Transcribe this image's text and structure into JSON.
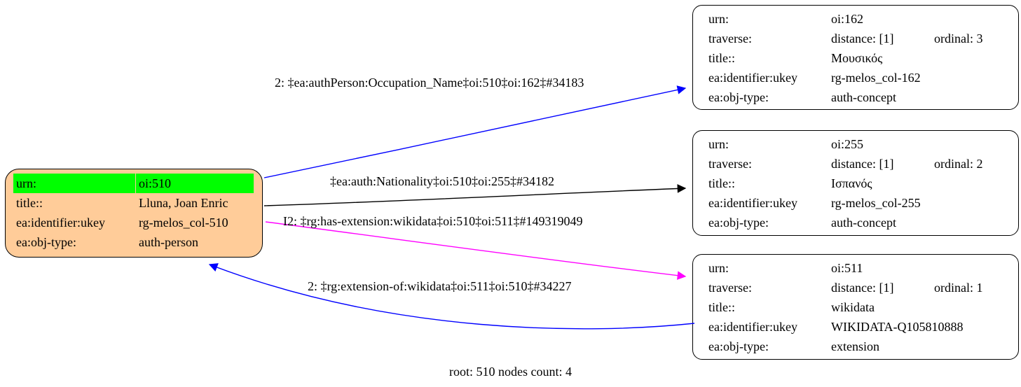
{
  "caption": "root: 510 nodes count: 4",
  "colors": {
    "root_fill": "#ffcc99",
    "highlight_green": "#00ff00",
    "node_fill": "#ffffff",
    "border": "#000000",
    "edge_blue": "#0000ff",
    "edge_black": "#000000",
    "edge_magenta": "#ff00ff"
  },
  "root_node": {
    "rows": [
      {
        "label": "urn:",
        "value": "oi:510"
      },
      {
        "label": "title::",
        "value": "Lluna, Joan Enric"
      },
      {
        "label": "ea:identifier:ukey",
        "value": "rg-melos_col-510"
      },
      {
        "label": "ea:obj-type:",
        "value": "auth-person"
      }
    ]
  },
  "nodes": [
    {
      "id": "oi:162",
      "rows": [
        {
          "label": "urn:",
          "value": "oi:162"
        },
        {
          "label": "traverse:",
          "value": "distance: [1]",
          "extra": "ordinal: 3"
        },
        {
          "label": "title::",
          "value": "Μουσικός"
        },
        {
          "label": "ea:identifier:ukey",
          "value": "rg-melos_col-162"
        },
        {
          "label": "ea:obj-type:",
          "value": "auth-concept"
        }
      ]
    },
    {
      "id": "oi:255",
      "rows": [
        {
          "label": "urn:",
          "value": "oi:255"
        },
        {
          "label": "traverse:",
          "value": "distance: [1]",
          "extra": "ordinal: 2"
        },
        {
          "label": "title::",
          "value": "Ισπανός"
        },
        {
          "label": "ea:identifier:ukey",
          "value": "rg-melos_col-255"
        },
        {
          "label": "ea:obj-type:",
          "value": "auth-concept"
        }
      ]
    },
    {
      "id": "oi:511",
      "rows": [
        {
          "label": "urn:",
          "value": "oi:511"
        },
        {
          "label": "traverse:",
          "value": "distance: [1]",
          "extra": "ordinal: 1"
        },
        {
          "label": "title::",
          "value": "wikidata"
        },
        {
          "label": "ea:identifier:ukey",
          "value": "WIKIDATA-Q105810888"
        },
        {
          "label": "ea:obj-type:",
          "value": "extension"
        }
      ]
    }
  ],
  "edges": [
    {
      "label": "2: ‡ea:authPerson:Occupation_Name‡oi:510‡oi:162‡#34183",
      "color": "#0000ff"
    },
    {
      "label": "‡ea:auth:Nationality‡oi:510‡oi:255‡#34182",
      "color": "#000000"
    },
    {
      "label": "I2: ‡rg:has-extension:wikidata‡oi:510‡oi:511‡#149319049",
      "color": "#ff00ff"
    },
    {
      "label": "2: ‡rg:extension-of:wikidata‡oi:511‡oi:510‡#34227",
      "color": "#0000ff"
    }
  ]
}
